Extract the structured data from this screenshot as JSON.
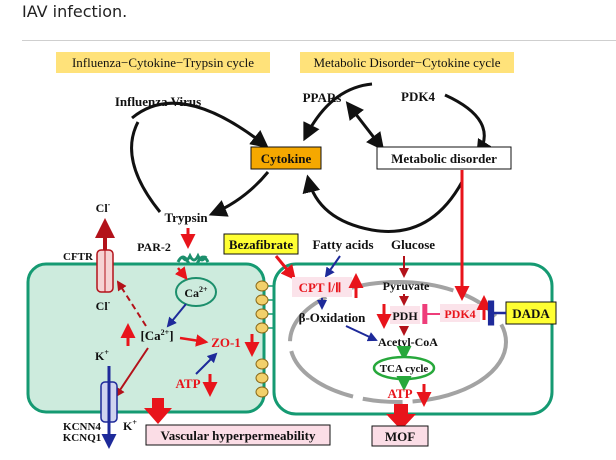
{
  "caption": "IAV infection.",
  "cycles": {
    "left": "Influenza−Cytokine−Trypsin cycle",
    "right": "Metabolic Disorder−Cytokine cycle"
  },
  "nodes": {
    "influenza_virus": "Influenza Virus",
    "cytokine": "Cytokine",
    "ppars": "PPARs",
    "pdk4_top": "PDK4",
    "metabolic_disorder": "Metabolic  disorder",
    "trypsin": "Trypsin",
    "par2": "PAR-2",
    "bezafibrate": "Bezafibrate",
    "fatty_acids": "Fatty acids",
    "glucose": "Glucose",
    "cl_top": "Cl",
    "cl_bottom": "Cl",
    "cftr": "CFTR",
    "ca2_ion": "Ca",
    "ca2_conc": "[Ca",
    "zo1": "ZO-1",
    "k_plus": "K",
    "atp_left": "ATP",
    "kcnn4": "KCNN4",
    "kcnq1": "KCNQ1",
    "k_plus_out": "K",
    "vascular": "Vascular hyperpermeability",
    "cpt": "CPT Ⅰ/Ⅱ",
    "beta_ox": "β-Oxidation",
    "pyruvate": "Pyruvate",
    "pdh": "PDH",
    "pdk4_mito": "PDK4",
    "dada": "DADA",
    "acetyl_coa": "Acetyl-CoA",
    "tca": "TCA cycle",
    "atp_mito": "ATP",
    "mof": "MOF"
  },
  "superscripts": {
    "minus": "-",
    "plus": "+",
    "ca_charge": "2+",
    "ca_conc_close": "2+",
    "bracket_close": "]"
  },
  "colors": {
    "yellow_label": "#ffe27a",
    "cytokine_fill": "#f5a800",
    "cell_fill": "#cdebdd",
    "cell_border": "#159a72",
    "red": "#e8141b",
    "blue": "#1e2a9a",
    "green": "#27a83b",
    "pink": "#fbdde6"
  }
}
